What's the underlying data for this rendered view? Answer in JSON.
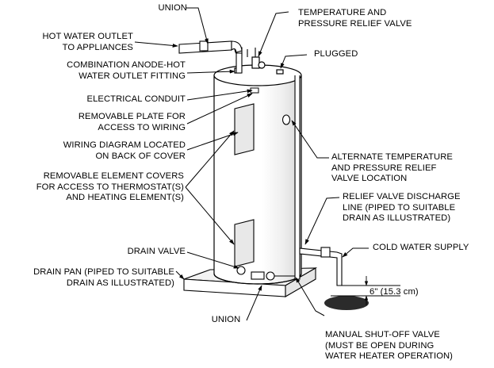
{
  "labels": {
    "union_top": [
      "UNION"
    ],
    "hot_water_outlet": [
      "HOT WATER OUTLET",
      "TO APPLIANCES"
    ],
    "anode_fitting": [
      "COMBINATION ANODE-HOT",
      "WATER OUTLET FITTING"
    ],
    "electrical_conduit": [
      "ELECTRICAL CONDUIT"
    ],
    "removable_plate": [
      "REMOVABLE PLATE FOR",
      "ACCESS TO WIRING"
    ],
    "wiring_diagram": [
      "WIRING DIAGRAM LOCATED",
      "ON BACK OF COVER"
    ],
    "element_covers": [
      "REMOVABLE ELEMENT COVERS",
      "FOR ACCESS TO THERMOSTAT(S)",
      "AND HEATING ELEMENT(S)"
    ],
    "drain_valve": [
      "DRAIN VALVE"
    ],
    "drain_pan": [
      "DRAIN PAN (PIPED TO SUITABLE",
      "DRAIN AS ILLUSTRATED)"
    ],
    "union_bottom": [
      "UNION"
    ],
    "tp_relief_valve": [
      "TEMPERATURE AND",
      "PRESSURE RELIEF VALVE"
    ],
    "plugged": [
      "PLUGGED"
    ],
    "alternate_tp": [
      "ALTERNATE TEMPERATURE",
      "AND PRESSURE RELIEF",
      "VALVE LOCATION"
    ],
    "discharge_line": [
      "RELIEF VALVE DISCHARGE",
      "LINE (PIPED TO SUITABLE",
      "DRAIN AS ILLUSTRATED)"
    ],
    "cold_water": [
      "COLD WATER SUPPLY"
    ],
    "dimension": [
      "6\" (15.3 cm)"
    ],
    "shutoff_valve": [
      "MANUAL SHUT-OFF VALVE",
      "(MUST BE OPEN DURING",
      "WATER HEATER OPERATION)"
    ]
  },
  "colors": {
    "line": "#000000",
    "fill": "#ffffff",
    "shade": "#d9d9d9",
    "floor_drain": "#2b2b2b"
  }
}
